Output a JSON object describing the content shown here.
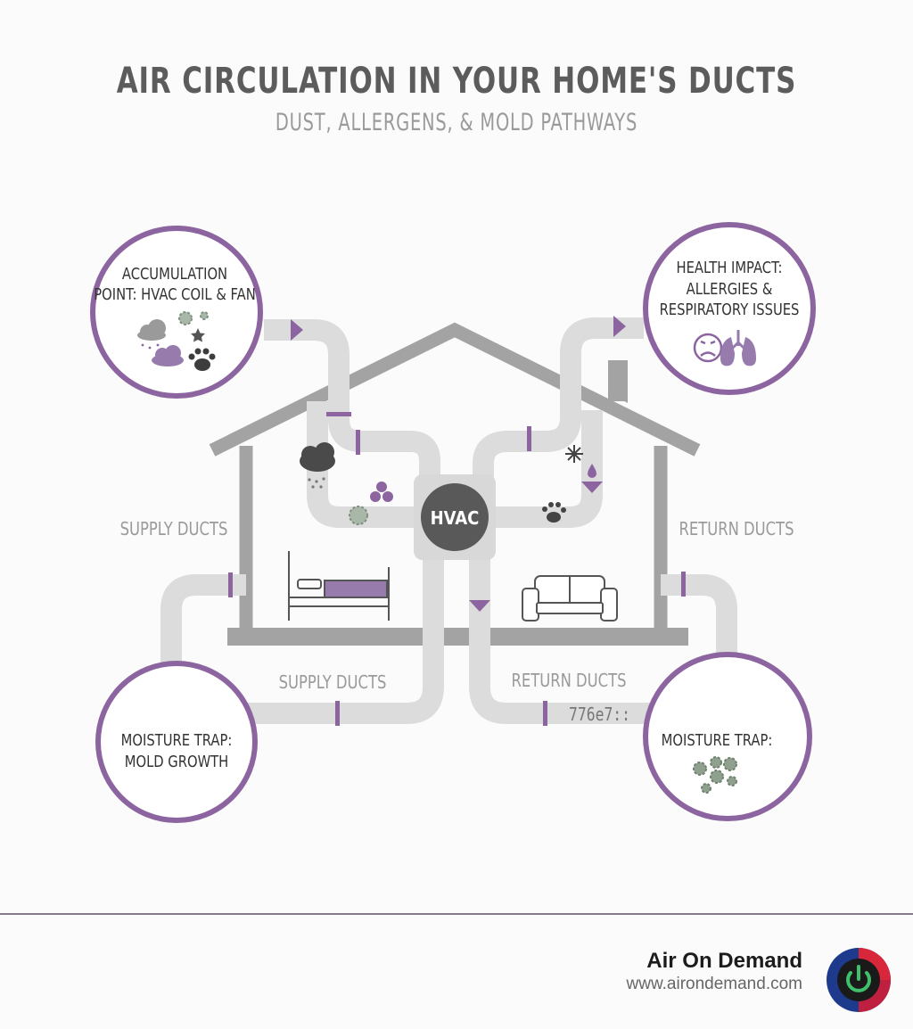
{
  "header": {
    "title": "AIR CIRCULATION IN YOUR HOME'S DUCTS",
    "subtitle": "DUST, ALLERGENS, & MOLD PATHWAYS"
  },
  "diagram": {
    "hub_label": "HVAC",
    "callouts": {
      "top_left": [
        "ACCUMULATION",
        "POINT: HVAC COIL & FAN"
      ],
      "top_right": [
        "HEALTH IMPACT:",
        "ALLERGIES &",
        "RESPIRATORY ISSUES"
      ],
      "bottom_left": [
        "MOISTURE TRAP:",
        "MOLD GROWTH"
      ],
      "bottom_right": [
        "MOISTURE TRAP:"
      ]
    },
    "duct_labels": {
      "supply_left": "SUPPLY DUCTS",
      "return_right": "RETURN DUCTS",
      "supply_bottom": "SUPPLY DUCTS",
      "return_bottom": "RETURN DUCTS"
    },
    "stray_text": "776e7::"
  },
  "footer": {
    "brand_name": "Air On Demand",
    "url": "www.airondemand.com"
  },
  "colors": {
    "accent_purple": "#8c64a0",
    "duct_gray": "#dcdcdc",
    "house_gray": "#a3a3a3",
    "hub_dark": "#595959",
    "spore_green": "#7e9080"
  },
  "icons": [
    "dust-cloud-icon",
    "pollen-icon",
    "star-icon",
    "paw-icon",
    "sad-face-icon",
    "lungs-icon",
    "bed-icon",
    "sofa-icon",
    "mold-spore-icon",
    "water-drop-icon",
    "power-logo-icon"
  ]
}
